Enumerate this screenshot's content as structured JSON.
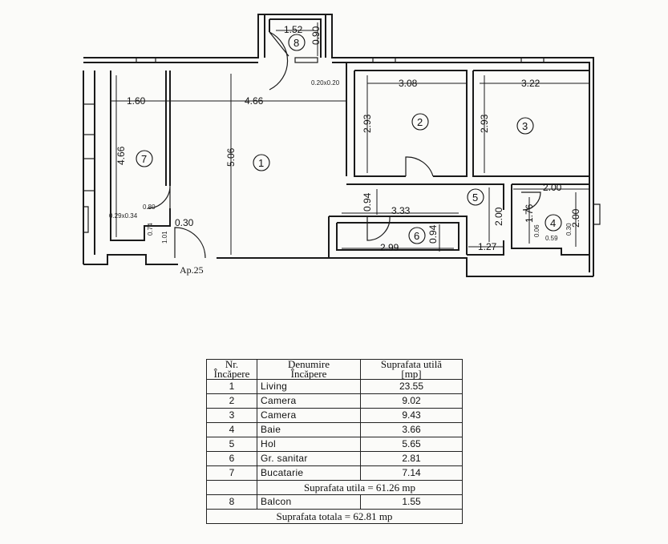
{
  "plan": {
    "rooms": [
      {
        "nr": "1"
      },
      {
        "nr": "2"
      },
      {
        "nr": "3"
      },
      {
        "nr": "4"
      },
      {
        "nr": "5"
      },
      {
        "nr": "6"
      },
      {
        "nr": "7"
      },
      {
        "nr": "8"
      }
    ],
    "dimensions": {
      "balcony_width": "1.52",
      "balcony_depth": "0.90",
      "small_note": "0.20x0.20",
      "kitchen_width": "1.60",
      "living_width": "4.66",
      "kitchen_depth": "4.66",
      "living_depth": "5.06",
      "room2_width": "3.08",
      "room2_depth": "2.93",
      "room3_width": "3.22",
      "room3_depth": "2.93",
      "bath_width": "2.00",
      "bath_depth": "2.00",
      "bath_inner": "1.76",
      "bath_small": "0.06",
      "bath_door": "0.59",
      "bath_side": "0.30",
      "hall_height": "2.00",
      "hall_width": "1.27",
      "hall_top": "0.94",
      "wc_width": "3.33",
      "wc_inner": "2.99",
      "wc_depth": "0.94",
      "kitchen_door": "0.80",
      "kitchen_corner": "0.29x0.34",
      "entry_a": "0.74",
      "entry_b": "1.01",
      "entry_c": "0.30"
    },
    "entry_label": "Ap.25"
  },
  "table": {
    "headers": {
      "nr_line1": "Nr.",
      "nr_line2": "Încăpere",
      "name_line1": "Denumire",
      "name_line2": "Încăpere",
      "area_line1": "Suprafata utilă",
      "area_line2": "[mp]"
    },
    "rows": [
      {
        "nr": "1",
        "name": "Living",
        "area": "23.55"
      },
      {
        "nr": "2",
        "name": "Camera",
        "area": "9.02"
      },
      {
        "nr": "3",
        "name": "Camera",
        "area": "9.43"
      },
      {
        "nr": "4",
        "name": "Baie",
        "area": "3.66"
      },
      {
        "nr": "5",
        "name": "Hol",
        "area": "5.65"
      },
      {
        "nr": "6",
        "name": "Gr. sanitar",
        "area": "2.81"
      },
      {
        "nr": "7",
        "name": "Bucatarie",
        "area": "7.14"
      }
    ],
    "subtotal": "Suprafata utila = 61.26 mp",
    "balcony_row": {
      "nr": "8",
      "name": "Balcon",
      "area": "1.55"
    },
    "total": "Suprafata totala = 62.81 mp"
  }
}
